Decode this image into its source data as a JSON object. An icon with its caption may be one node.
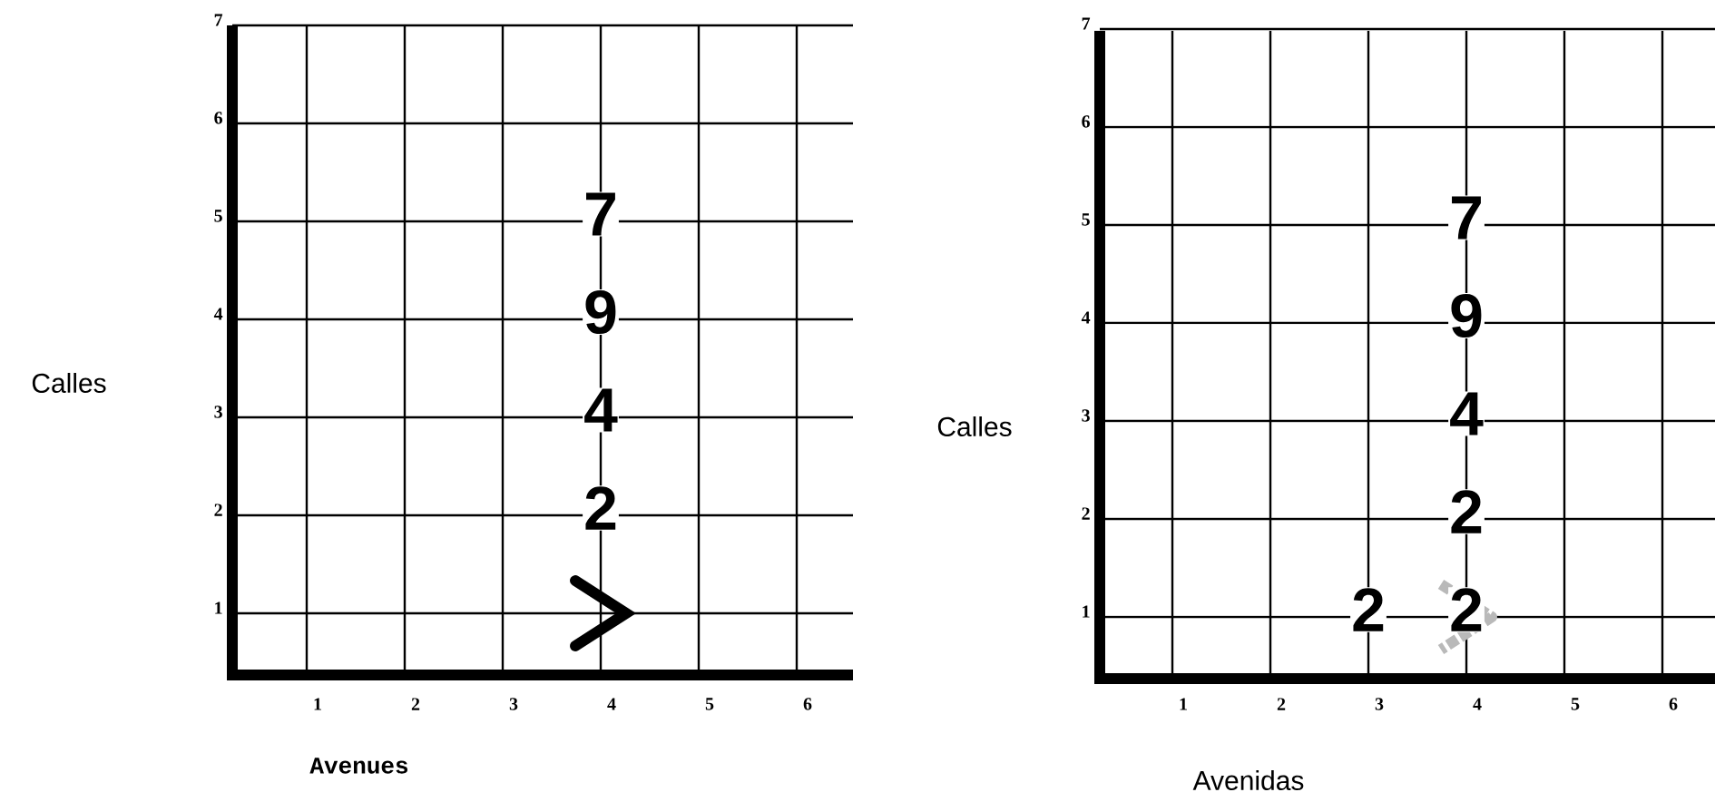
{
  "diagram": {
    "labels": [
      "7",
      "6",
      "5",
      "4",
      "3",
      "2",
      "1",
      "7",
      "9",
      "4",
      "2",
      "Calles",
      "1",
      "2",
      "3",
      "4",
      "5",
      "6",
      "Avenues",
      "7",
      "6",
      "5",
      "4",
      "3",
      "2",
      "1",
      "7",
      "9",
      "4",
      "2",
      "Calles",
      "2",
      "2",
      "1",
      "2",
      "3",
      "4",
      "5",
      "6",
      "Avenidas"
    ]
  }
}
